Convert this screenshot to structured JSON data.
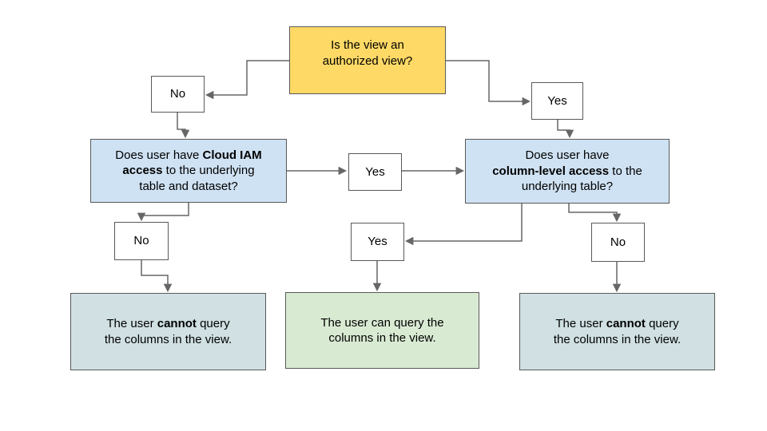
{
  "colors": {
    "decision_fill": "#FFD966",
    "question_fill": "#CFE2F3",
    "result_no_fill": "#D0E0E3",
    "result_yes_fill": "#D9EAD3",
    "box_border": "#595959",
    "connector": "#666666",
    "text": "#000000"
  },
  "nodes": {
    "root": {
      "line1": "Is the view an",
      "line2": "authorized view?"
    },
    "no_top": {
      "label": "No"
    },
    "yes_top": {
      "label": "Yes"
    },
    "q_iam": {
      "l1a": "Does user have ",
      "l1b": "Cloud IAM",
      "l2b": "access",
      "l2a": " to the underlying",
      "l3": "table and dataset?"
    },
    "yes_mid": {
      "label": "Yes"
    },
    "q_col": {
      "l1": "Does user have",
      "l2b": "column-level access",
      "l2a": " to the",
      "l3": "underlying table?"
    },
    "no_left": {
      "label": "No"
    },
    "yes_bottom": {
      "label": "Yes"
    },
    "no_right": {
      "label": "No"
    },
    "result_left": {
      "l1a": "The user ",
      "l1b": "cannot",
      "l1c": " query",
      "l2": "the columns in the view."
    },
    "result_mid": {
      "l1": "The user can query the",
      "l2": "columns in the view."
    },
    "result_right": {
      "l1a": "The user ",
      "l1b": "cannot",
      "l1c": " query",
      "l2": "the columns in the view."
    }
  },
  "edges": [
    {
      "from": "root",
      "to": "no_top"
    },
    {
      "from": "root",
      "to": "yes_top"
    },
    {
      "from": "no_top",
      "to": "q_iam"
    },
    {
      "from": "yes_top",
      "to": "q_col"
    },
    {
      "from": "q_iam",
      "to": "yes_mid"
    },
    {
      "from": "yes_mid",
      "to": "q_col"
    },
    {
      "from": "q_iam",
      "to": "no_left"
    },
    {
      "from": "no_left",
      "to": "result_left"
    },
    {
      "from": "q_col",
      "to": "yes_bottom"
    },
    {
      "from": "yes_bottom",
      "to": "result_mid"
    },
    {
      "from": "q_col",
      "to": "no_right"
    },
    {
      "from": "no_right",
      "to": "result_right"
    }
  ]
}
